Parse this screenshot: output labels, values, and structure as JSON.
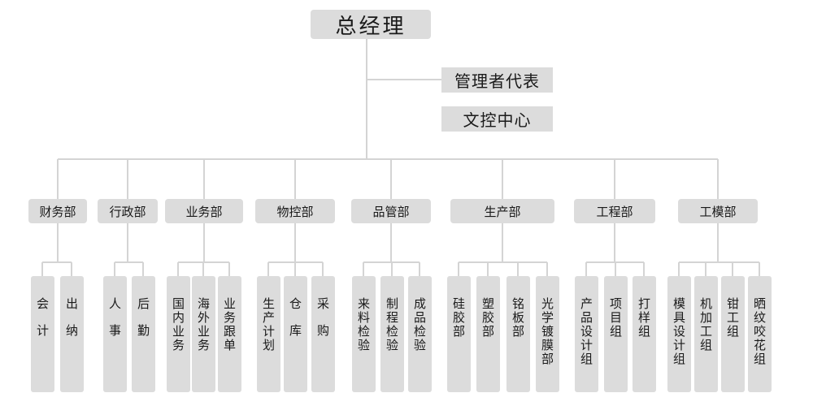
{
  "chart": {
    "root": "总经理",
    "staff": [
      "管理者代表",
      "文控中心"
    ],
    "departments": [
      {
        "name": "财务部",
        "units": [
          "会计",
          "出纳"
        ]
      },
      {
        "name": "行政部",
        "units": [
          "人事",
          "后勤"
        ]
      },
      {
        "name": "业务部",
        "units": [
          "国内业务",
          "海外业务",
          "业务跟单"
        ]
      },
      {
        "name": "物控部",
        "units": [
          "生产计划",
          "仓库",
          "采购"
        ]
      },
      {
        "name": "品管部",
        "units": [
          "来料检验",
          "制程检验",
          "成品检验"
        ]
      },
      {
        "name": "生产部",
        "units": [
          "硅胶部",
          "塑胶部",
          "铭板部",
          "光学镀膜部"
        ]
      },
      {
        "name": "工程部",
        "units": [
          "产品设计组",
          "项目组",
          "打样组"
        ]
      },
      {
        "name": "工模部",
        "units": [
          "模具设计组",
          "机加工组",
          "钳工组",
          "晒纹咬花组"
        ]
      }
    ]
  }
}
